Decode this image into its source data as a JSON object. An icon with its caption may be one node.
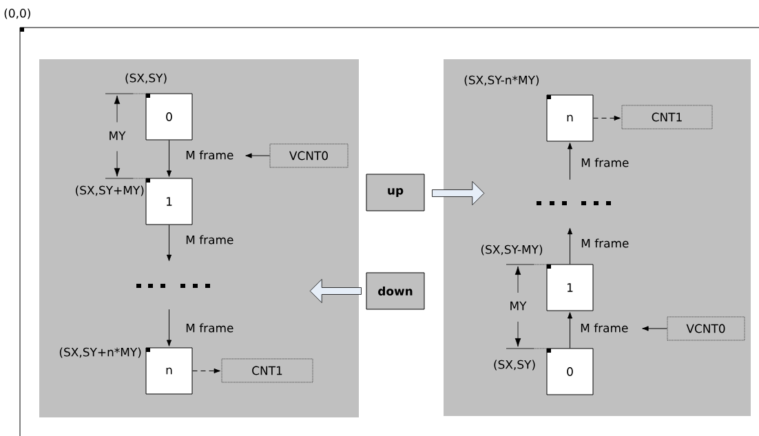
{
  "diagram": {
    "nodes": [
      {
        "text": [],
        "shape": "box"
      },
      {
        "text": [
          "0"
        ],
        "in": 0,
        "beside": [
          "(SX,SY)"
        ]
      },
      {
        "text": [
          "1"
        ],
        "in": 0,
        "beside": [
          "(SX,SY+MY)"
        ]
      },
      {
        "text": [],
        "shape": "ellipsis",
        "in": 0
      },
      {
        "text": [
          "n"
        ],
        "in": 0,
        "beside": [
          "(SX,SY+n*MY)"
        ]
      },
      {
        "text": [
          "VCNT0"
        ],
        "in": 0
      },
      {
        "text": [
          "CNT1"
        ],
        "in": 0
      },
      {
        "text": [
          "up"
        ]
      },
      {
        "text": [
          "down"
        ]
      },
      {
        "text": [],
        "shape": "box"
      },
      {
        "text": [
          "n"
        ],
        "in": 9,
        "beside": [
          "(SX,SY-n*MY)"
        ]
      },
      {
        "text": [
          "CNT1"
        ],
        "in": 9
      },
      {
        "text": [],
        "shape": "ellipsis",
        "in": 9
      },
      {
        "text": [
          "1"
        ],
        "in": 9,
        "beside": [
          "(SX,SY-MY)"
        ]
      },
      {
        "text": [
          "0"
        ],
        "in": 9,
        "beside": [
          "(SX,SY)"
        ]
      },
      {
        "text": [
          "VCNT0"
        ],
        "in": 9
      }
    ],
    "edges": [
      {
        "from": 1,
        "to": 2,
        "arrow": "to",
        "label": "M frame"
      },
      {
        "from": 5,
        "to": null,
        "arrow": "to"
      },
      {
        "from": 2,
        "to": 3,
        "arrow": "to",
        "label": "M frame"
      },
      {
        "from": 3,
        "to": 4,
        "arrow": "to",
        "label": "M frame"
      },
      {
        "from": 4,
        "to": 6,
        "arrow": "to",
        "style": "dashed"
      },
      {
        "from": 7,
        "to": 9,
        "arrow": "to",
        "style": "thick",
        "color": "#e6eef8"
      },
      {
        "from": 8,
        "to": 0,
        "arrow": "to",
        "style": "thick",
        "color": "#e6eef8"
      },
      {
        "from": 14,
        "to": 13,
        "arrow": "to",
        "label": "M frame"
      },
      {
        "from": 15,
        "to": null,
        "arrow": "to"
      },
      {
        "from": 13,
        "to": 12,
        "arrow": "to",
        "label": "M frame"
      },
      {
        "from": 12,
        "to": 10,
        "arrow": "to",
        "label": "M frame"
      },
      {
        "from": 10,
        "to": 11,
        "arrow": "to",
        "style": "dashed"
      }
    ],
    "labels": [
      "(0,0)",
      "MY",
      "MY"
    ]
  }
}
